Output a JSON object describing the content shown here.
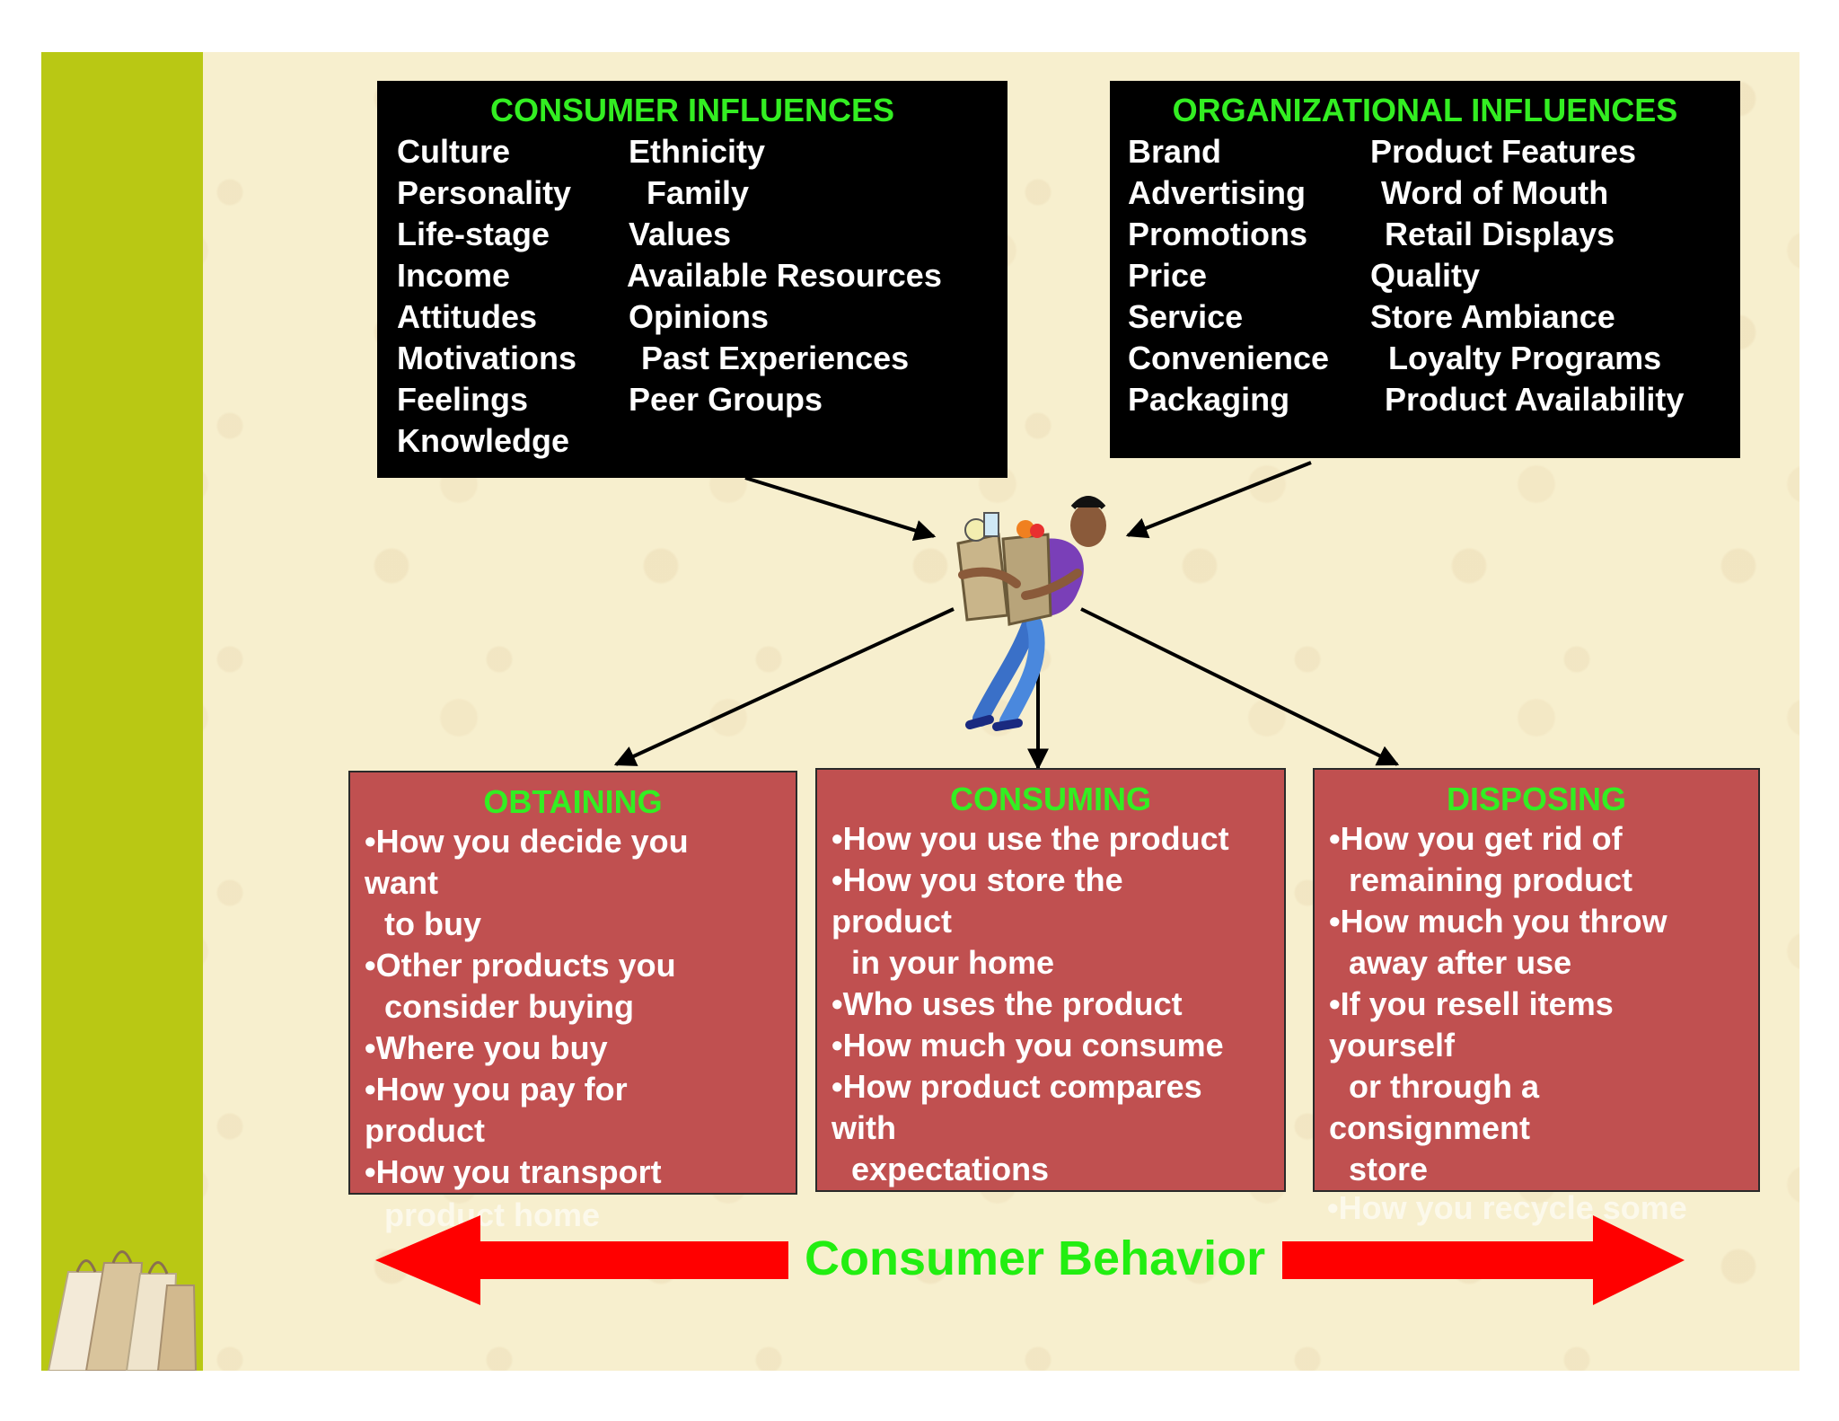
{
  "consumer_influences": {
    "title": "CONSUMER INFLUENCES",
    "col1": [
      "Culture",
      "Personality",
      "Life-stage",
      "Income",
      "Attitudes",
      "Motivations",
      "Feelings",
      "Knowledge"
    ],
    "col2": [
      "Ethnicity",
      "Family",
      "Values",
      "Available Resources",
      "Opinions",
      "Past Experiences",
      "Peer Groups"
    ]
  },
  "organizational_influences": {
    "title": "ORGANIZATIONAL INFLUENCES",
    "col1": [
      "Brand",
      "Advertising",
      "Promotions",
      "Price",
      "Service",
      "Convenience",
      "Packaging"
    ],
    "col2": [
      "Product Features",
      "Word of Mouth",
      "Retail Displays",
      "Quality",
      "Store Ambiance",
      "Loyalty Programs",
      "Product Availability"
    ]
  },
  "obtaining": {
    "title": "OBTAINING",
    "lines": [
      "•How you decide you",
      "want",
      "to buy",
      "•Other products you",
      "consider buying",
      "•Where you buy",
      "•How you pay for",
      "product",
      "•How you transport"
    ],
    "overflow": "product home"
  },
  "consuming": {
    "title": "CONSUMING",
    "lines": [
      "•How you use the product",
      "•How you store the",
      "product",
      "in your home",
      "•Who uses the product",
      "•How much  you consume",
      "•How product compares",
      "with",
      "expectations"
    ]
  },
  "disposing": {
    "title": "DISPOSING",
    "lines": [
      "•How you get rid of",
      "remaining product",
      "•How much you throw",
      "away after use",
      "•If you resell items",
      "yourself",
      "or  through a",
      "consignment",
      "store"
    ],
    "overflow": "•How you recycle some"
  },
  "footer": {
    "label": "Consumer Behavior"
  },
  "colors": {
    "title_green": "#33ee22",
    "box_red": "#c05050",
    "sidebar": "#b9c814",
    "arrow_red": "#ff0000"
  },
  "icons": {
    "shopper": "shopper-with-bags-icon",
    "bags": "shopping-bags-icon"
  }
}
